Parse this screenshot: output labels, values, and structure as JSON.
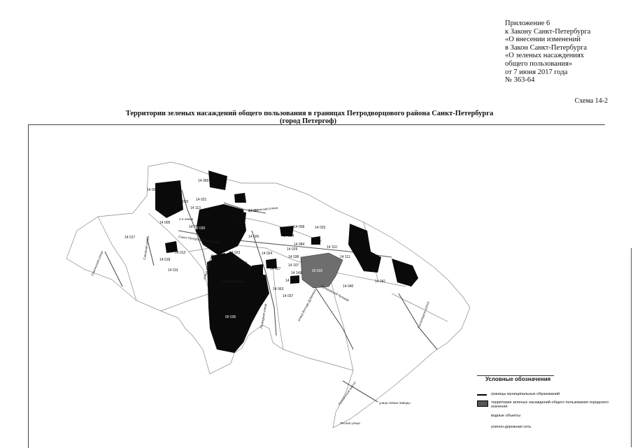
{
  "annex": {
    "lines": [
      "Приложение 6",
      "к Закону Санкт-Петербурга",
      "«О внесении  изменений",
      "в Закон Санкт-Петербурга",
      "«О зеленых насаждениях",
      "общего пользования»",
      "от 7 июня 2017 года",
      "№ 363-64"
    ]
  },
  "scheme_label": "Схема 14-2",
  "title_line1": "Территории зеленых насаждений общего пользования в границах Петродворцового района Санкт-Петербурга",
  "title_line2": "(город Петергоф)",
  "map": {
    "zone_labels": [
      "14 001",
      "14 069",
      "14 003",
      "14 021",
      "14 087",
      "14 113",
      "14 112",
      "14 005",
      "14 009",
      "14 031",
      "14 017",
      "14 012",
      "14 018",
      "14 011",
      "14 057",
      "14 025",
      "14 023",
      "14 026",
      "14 024",
      "14 029",
      "14 027",
      "14 038",
      "14 093",
      "14 063",
      "14 037",
      "14 058",
      "14 033",
      "14 110",
      "14 111",
      "14 040",
      "14 041",
      "14 004",
      "14 107",
      "14 084",
      "14 142",
      "00 035",
      "00 030",
      "00 032"
    ],
    "street_labels": [
      "Ольгинская улица",
      "Санкт-Петербургское шоссе",
      "2-я линия",
      "Саперная улица",
      "Садовая улица",
      "улица Шахматова",
      "Разводная улица",
      "улица Володи Дубинина",
      "улица Новые Заводы",
      "Ропшинское шоссе",
      "Эрлеровский бульвар",
      "Ботаническая улица",
      "Лесная улица",
      "Гостилицкое шоссе"
    ],
    "colors": {
      "green": "#0a0a0a",
      "city_green": "#6e6e6e",
      "district": "#ffffff",
      "outline": "#8a8a8a"
    }
  },
  "legend": {
    "title": "Условные обозначения",
    "items": [
      "границы муниципальных образований",
      "территории зеленых насаждений общего пользования городского значения",
      "водные объекты",
      "улично-дорожная сеть"
    ]
  }
}
